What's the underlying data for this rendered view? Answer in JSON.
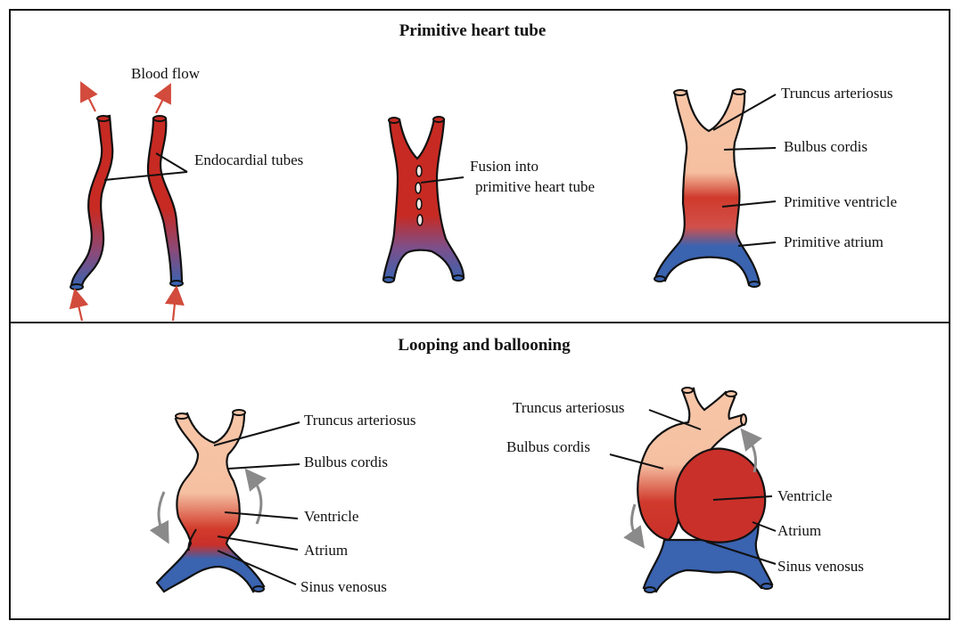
{
  "panels": {
    "top_title": "Primitive heart tube",
    "bottom_title": "Looping and ballooning"
  },
  "stage1": {
    "blood_flow": "Blood flow",
    "endocardial_tubes": "Endocardial tubes"
  },
  "stage2": {
    "fusion_line1": "Fusion into",
    "fusion_line2": "primitive heart tube"
  },
  "stage3": {
    "truncus_arteriosus": "Truncus arteriosus",
    "bulbus_cordis": "Bulbus cordis",
    "primitive_ventricle": "Primitive ventricle",
    "primitive_atrium": "Primitive atrium"
  },
  "stage4": {
    "truncus_arteriosus": "Truncus arteriosus",
    "bulbus_cordis": "Bulbus cordis",
    "ventricle": "Ventricle",
    "atrium": "Atrium",
    "sinus_venosus": "Sinus venosus"
  },
  "stage5": {
    "truncus_arteriosus": "Truncus arteriosus",
    "bulbus_cordis": "Bulbus cordis",
    "ventricle": "Ventricle",
    "atrium": "Atrium",
    "sinus_venosus": "Sinus venosus"
  },
  "colors": {
    "arterial_red": "#cc2e24",
    "venous_blue": "#3a63b0",
    "bulbus_peach": "#f6c4a6",
    "flow_arrow": "#d24b3c",
    "rotation_arrow": "#8a8a8a"
  }
}
